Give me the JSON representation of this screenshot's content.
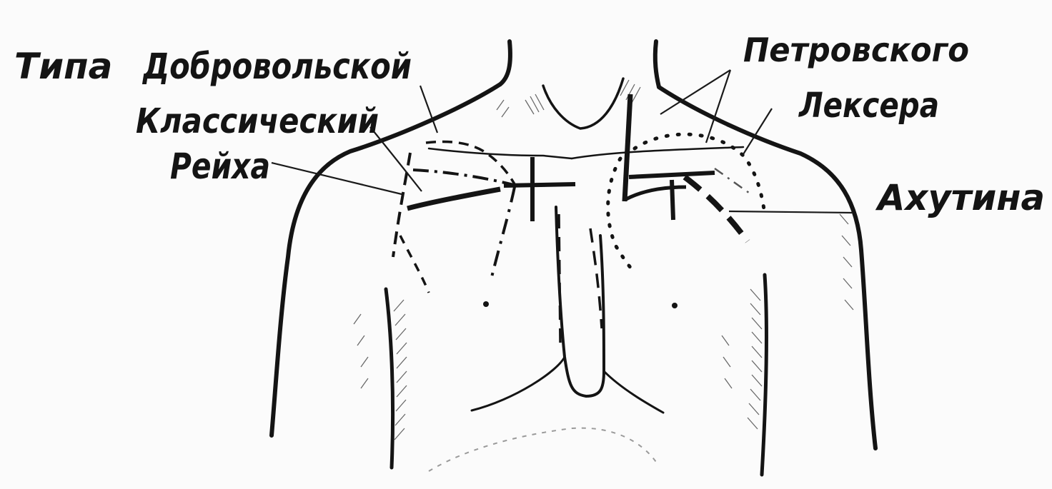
{
  "colors": {
    "ink": "#141414",
    "paper": "#fbfbfb",
    "shading": "#6a6a6a"
  },
  "labels": {
    "tipa": "Типа",
    "dobrovolskoi": "Добровольской",
    "klassicheskii": "Классический",
    "reikha": "Рейха",
    "petrovskogo": "Петровского",
    "leksera": "Лексера",
    "akhutina": "Ахутина"
  }
}
